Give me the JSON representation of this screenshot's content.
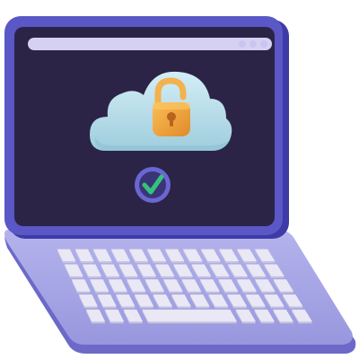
{
  "scene": {
    "subject": "laptop",
    "icons": [
      "cloud-icon",
      "unlocked-padlock-icon",
      "checkmark-icon"
    ],
    "window": {
      "dots": 3,
      "dot_color": "#C9C5F0"
    },
    "colors": {
      "screen_frame": "#5A57C7",
      "screen_frame_edge": "#3E3BA6",
      "screen": "#2B2447",
      "address_bar": "#D4D1F2",
      "cloud": "#BCE3EF",
      "cloud_shade": "#8FC3D6",
      "padlock_body": "#F5A93C",
      "padlock_shade": "#D9852A",
      "padlock_shackle": "#F2B24E",
      "check_circle": "#3A3577",
      "check_ring": "#6A66D2",
      "checkmark": "#35C27A",
      "base": "#A7A6E6",
      "base_edge": "#6C69C8",
      "keys": "#E9E8F4",
      "key_shadow": "#C4C2E0"
    },
    "keyboard": {
      "rows": 5,
      "keys_per_row": 12
    }
  }
}
